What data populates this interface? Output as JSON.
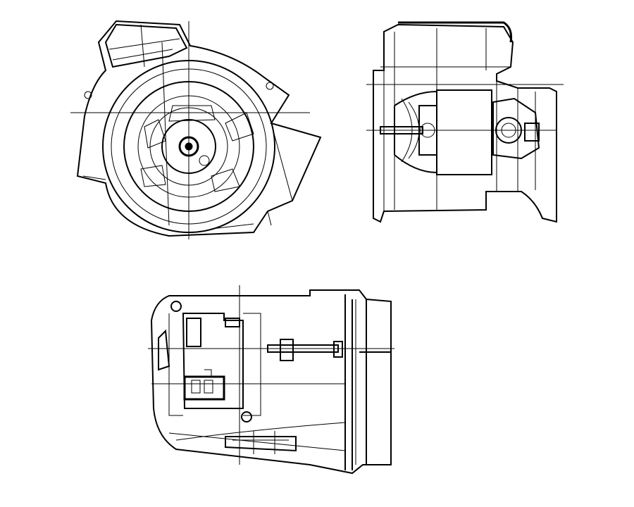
{
  "drawing": {
    "title": "",
    "views": [
      "front-view",
      "side-view",
      "bottom-view"
    ],
    "line_color": "#000000",
    "background_color": "#ffffff"
  }
}
